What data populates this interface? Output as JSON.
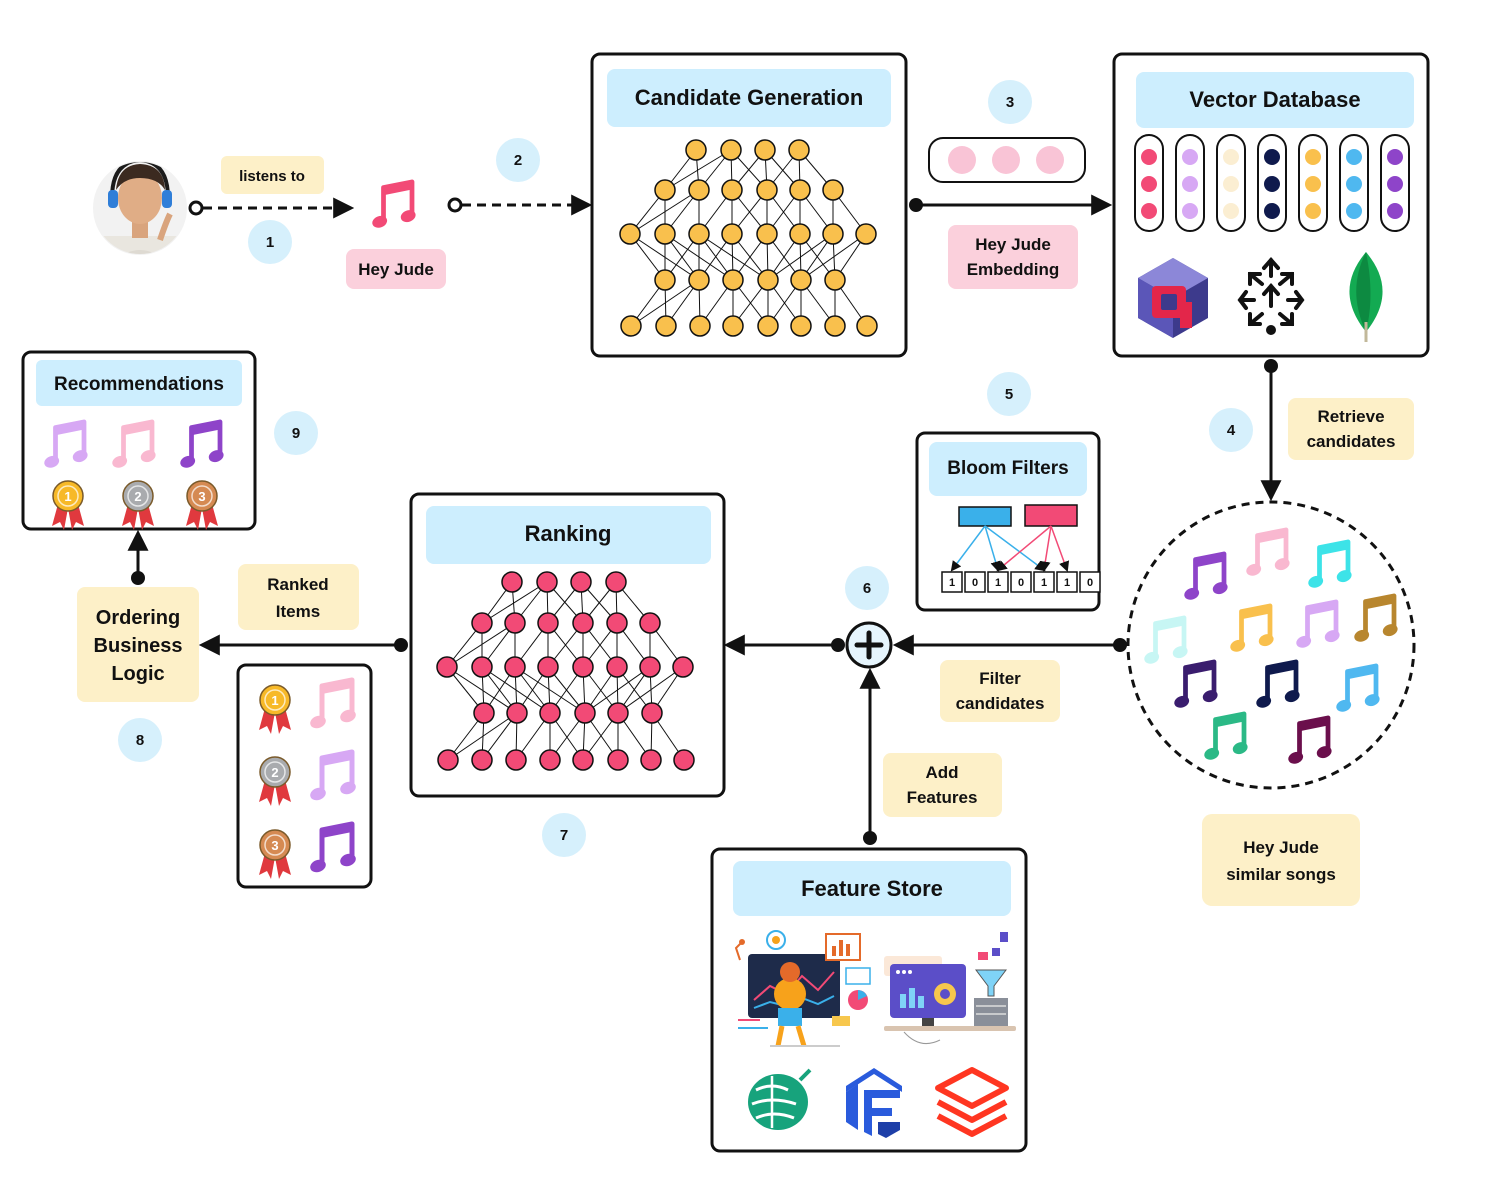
{
  "colors": {
    "header_bg": "#cdeefe",
    "yellow_label_bg": "#fdf0c8",
    "pink_label_bg": "#fbd0dc",
    "step_bubble": "#d6f0fc",
    "cg_node": "#f9c04d",
    "rank_node": "#f24a76",
    "stroke": "#111111"
  },
  "nodes": {
    "candidate_generation": {
      "title": "Candidate Generation"
    },
    "vector_database": {
      "title": "Vector Database"
    },
    "recommendations": {
      "title": "Recommendations"
    },
    "ranking": {
      "title": "Ranking"
    },
    "bloom_filters": {
      "title": "Bloom Filters",
      "bits": [
        "1",
        "0",
        "1",
        "0",
        "1",
        "1",
        "0"
      ]
    },
    "feature_store": {
      "title": "Feature Store"
    },
    "ordering": {
      "lines": [
        "Ordering",
        "Business",
        "Logic"
      ]
    }
  },
  "labels": {
    "listens_to": "listens to",
    "hey_jude": "Hey Jude",
    "hey_jude_embedding": [
      "Hey Jude",
      "Embedding"
    ],
    "retrieve_candidates": [
      "Retrieve",
      "candidates"
    ],
    "filter_candidates": [
      "Filter",
      "candidates"
    ],
    "add_features": [
      "Add",
      "Features"
    ],
    "ranked_items": [
      "Ranked",
      "Items"
    ],
    "hey_jude_similar": [
      "Hey Jude",
      "similar songs"
    ]
  },
  "steps": [
    "1",
    "2",
    "3",
    "4",
    "5",
    "6",
    "7",
    "8",
    "9"
  ],
  "icons": {
    "user": "user-listening-avatar",
    "song": "music-note-icon",
    "qdrant": "qdrant-logo-icon",
    "weaviate": "weaviate-logo-icon",
    "mongodb": "mongodb-leaf-icon",
    "medals": [
      "gold-medal-icon",
      "silver-medal-icon",
      "bronze-medal-icon"
    ],
    "medal_numbers": [
      "1",
      "2",
      "3"
    ],
    "feature_logos": [
      "hopsworks-logo-icon",
      "feast-logo-icon",
      "databricks-logo-icon"
    ]
  }
}
